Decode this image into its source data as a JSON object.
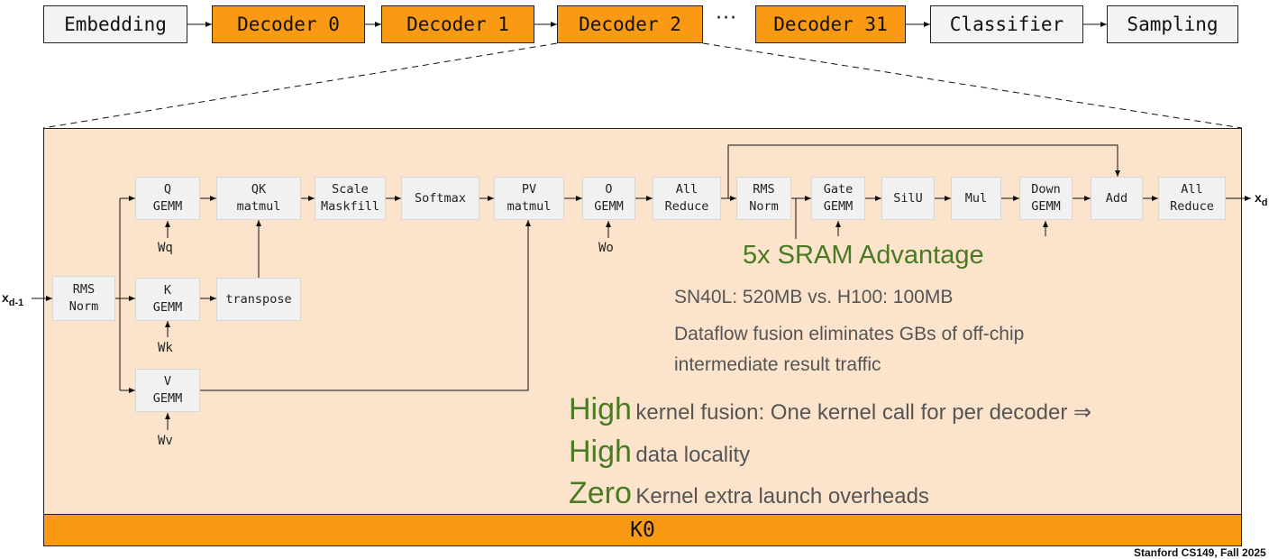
{
  "pipeline": {
    "embedding": "Embedding",
    "decoder0": "Decoder 0",
    "decoder1": "Decoder 1",
    "decoder2": "Decoder 2",
    "ellipsis": "···",
    "decoder31": "Decoder 31",
    "classifier": "Classifier",
    "sampling": "Sampling"
  },
  "inputs": {
    "x_in": "x",
    "x_in_sub": "d-1",
    "x_out": "x",
    "x_out_sub": "d"
  },
  "nodes": {
    "rms_norm_in": [
      "RMS",
      "Norm"
    ],
    "q_gemm": [
      "Q",
      "GEMM"
    ],
    "k_gemm": [
      "K",
      "GEMM"
    ],
    "v_gemm": [
      "V",
      "GEMM"
    ],
    "qk_matmul": [
      "QK",
      "matmul"
    ],
    "transpose": [
      "transpose"
    ],
    "scale_maskfill": [
      "Scale",
      "Maskfill"
    ],
    "softmax": [
      "Softmax"
    ],
    "pv_matmul": [
      "PV",
      "matmul"
    ],
    "o_gemm": [
      "O",
      "GEMM"
    ],
    "all_reduce_1": [
      "All",
      "Reduce"
    ],
    "rms_norm_2": [
      "RMS",
      "Norm"
    ],
    "gate_gemm": [
      "Gate",
      "GEMM"
    ],
    "silu": [
      "SilU"
    ],
    "mul": [
      "Mul"
    ],
    "down_gemm": [
      "Down",
      "GEMM"
    ],
    "add": [
      "Add"
    ],
    "all_reduce_2": [
      "All",
      "Reduce"
    ]
  },
  "weights": {
    "wq": "Wq",
    "wk": "Wk",
    "wv": "Wv",
    "wo": "Wo"
  },
  "annotations": {
    "sram_title": "5x SRAM Advantage",
    "sram_detail": "SN40L: 520MB vs. H100: 100MB",
    "fusion_line1": "Dataflow fusion eliminates GBs of off-chip",
    "fusion_line2": "intermediate result traffic",
    "b1_em": "High",
    "b1_rest": "kernel fusion: One kernel call for per decoder ⇒",
    "b2_em": "High",
    "b2_rest": "data locality",
    "b3_em": "Zero",
    "b3_rest": "Kernel extra launch overheads"
  },
  "kernel_label": "K0",
  "footer": "Stanford CS149, Fall 2025",
  "colors": {
    "orange": "#fa9a14",
    "panel": "#fce4cc",
    "green": "#4a7a22",
    "node": "#f1f1f1"
  }
}
